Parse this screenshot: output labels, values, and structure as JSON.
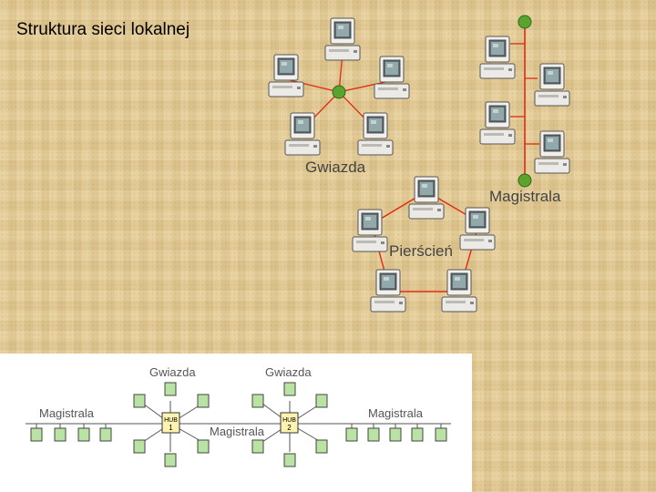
{
  "slide": {
    "title": "Struktura sieci lokalnej"
  },
  "top_diagram": {
    "labels": {
      "star": "Gwiazda",
      "bus": "Magistrala",
      "ring": "Pierścień"
    },
    "colors": {
      "cable": "#e02a12",
      "node": "#5aa32e"
    }
  },
  "bottom_diagram": {
    "labels": {
      "star_left": "Gwiazda",
      "star_right": "Gwiazda",
      "bus_left": "Magistrala",
      "bus_middle": "Magistrala",
      "bus_right": "Magistrala",
      "hub1_name": "HUB",
      "hub1_number": "1",
      "hub2_name": "HUB",
      "hub2_number": "2"
    },
    "colors": {
      "station_fill": "#b9e3a3",
      "hub_fill": "#fff3b0"
    }
  }
}
